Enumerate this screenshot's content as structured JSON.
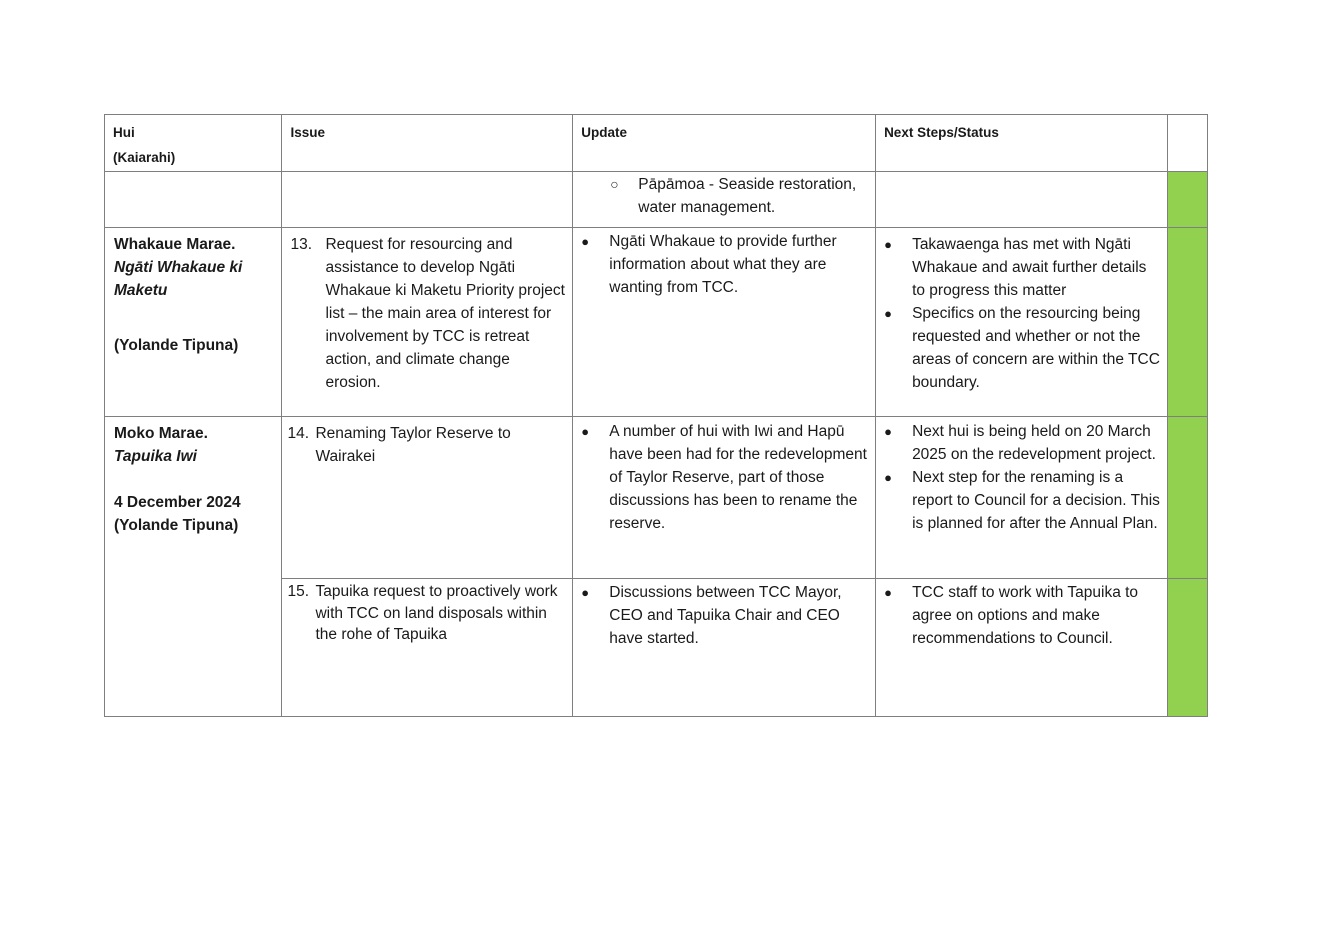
{
  "headers": {
    "hui": "Hui",
    "hui_sub": "(Kaiarahi)",
    "issue": "Issue",
    "update": "Update",
    "next_steps": "Next Steps/Status"
  },
  "status_color": "#92d050",
  "row_continued": {
    "update_sub_bullet": "Pāpāmoa - Seaside restoration, water management."
  },
  "row_13": {
    "hui_title": "Whakaue Marae.",
    "hui_iwi": "Ngāti Whakaue ki Maketu",
    "hui_kaiarahi": "(Yolande Tipuna)",
    "issue_number": "13.",
    "issue_text": "Request for resourcing and assistance to develop Ngāti Whakaue ki Maketu Priority project list – the main area of interest for involvement by TCC is retreat action, and climate change erosion.",
    "update_bullets": [
      "Ngāti Whakaue to provide further information about what they are wanting from TCC."
    ],
    "next_steps": [
      "Takawaenga has met with Ngāti Whakaue and await further details to progress this matter",
      "Specifics on the resourcing being requested and whether or not the areas of concern are within the TCC boundary."
    ]
  },
  "row_14": {
    "hui_title": "Moko Marae.",
    "hui_iwi": "Tapuika Iwi",
    "hui_date": "4 December 2024",
    "hui_kaiarahi": "(Yolande Tipuna)",
    "issue_number": "14.",
    "issue_text": "Renaming Taylor Reserve to Wairakei",
    "update_bullets": [
      "A number of hui with Iwi and Hapū have been had for the redevelopment of Taylor Reserve, part of those discussions has been to rename the reserve."
    ],
    "next_steps": [
      "Next hui is being held on 20 March 2025 on the redevelopment project.",
      "Next step for the renaming is a report to Council for a decision. This is planned for after the Annual Plan."
    ]
  },
  "row_15": {
    "issue_number": "15.",
    "issue_text": "Tapuika request to proactively work with TCC on land disposals within the rohe of Tapuika",
    "update_bullets": [
      "Discussions between TCC Mayor, CEO and Tapuika Chair and CEO have started."
    ],
    "next_steps": [
      "TCC staff to work with Tapuika to agree on options and make recommendations to Council."
    ]
  }
}
